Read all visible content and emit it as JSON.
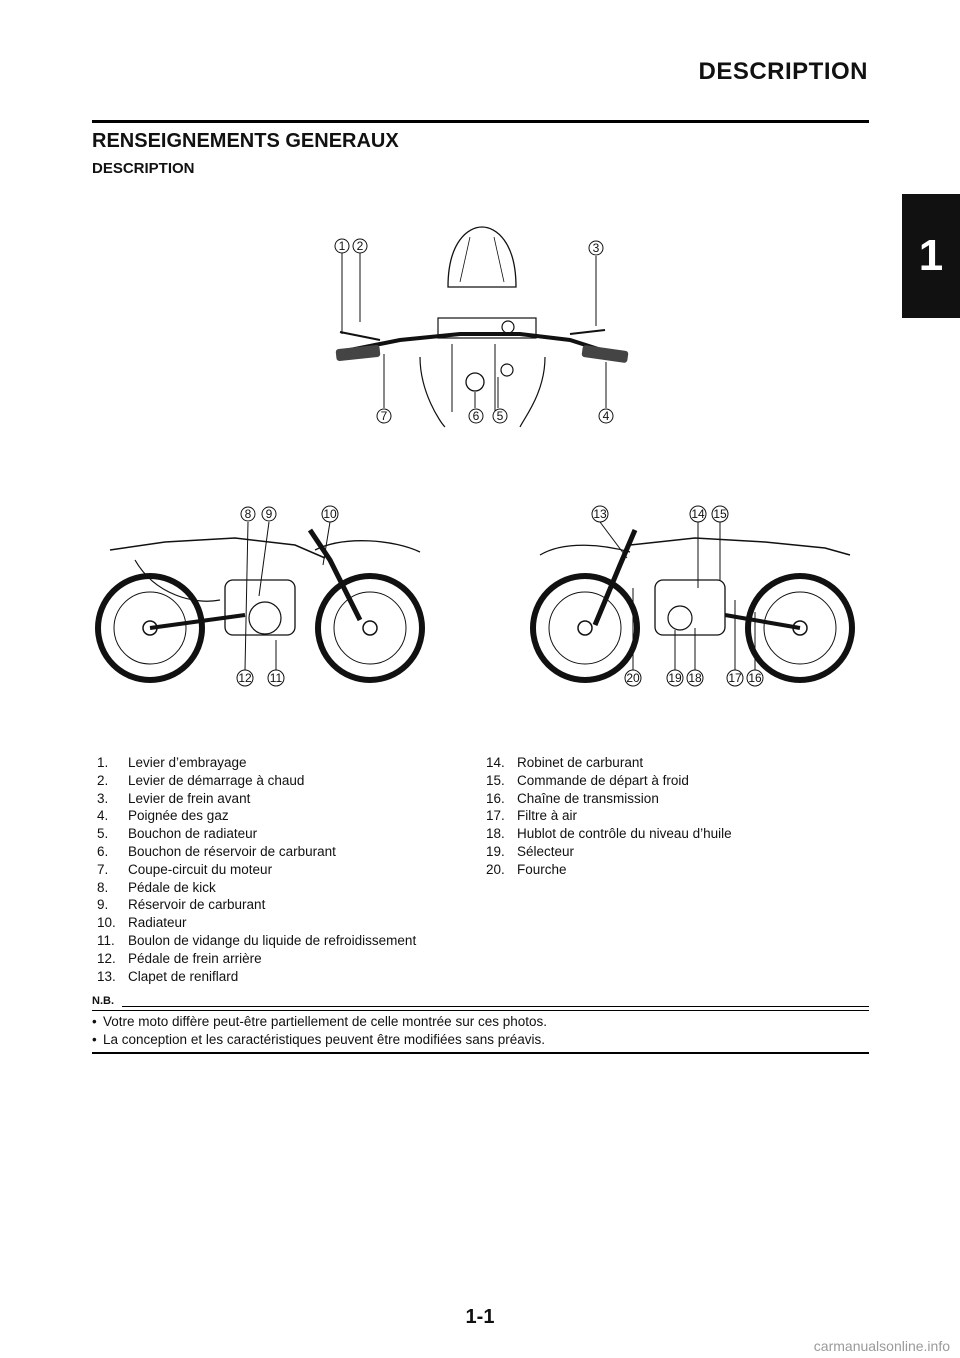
{
  "header": {
    "title": "DESCRIPTION"
  },
  "section": {
    "title": "RENSEIGNEMENTS GENERAUX",
    "subtitle": "DESCRIPTION"
  },
  "chapter_tab": "1",
  "figure": {
    "top_callouts": [
      "1",
      "2",
      "3",
      "4",
      "5",
      "6",
      "7"
    ],
    "left_callouts": [
      "8",
      "9",
      "10",
      "11",
      "12"
    ],
    "right_callouts": [
      "13",
      "14",
      "15",
      "16",
      "17",
      "18",
      "19",
      "20"
    ]
  },
  "legend_left": [
    {
      "num": "1.",
      "label": "Levier d’embrayage"
    },
    {
      "num": "2.",
      "label": "Levier de démarrage à chaud"
    },
    {
      "num": "3.",
      "label": "Levier de frein avant"
    },
    {
      "num": "4.",
      "label": "Poignée des gaz"
    },
    {
      "num": "5.",
      "label": "Bouchon de radiateur"
    },
    {
      "num": "6.",
      "label": "Bouchon de réservoir de carburant"
    },
    {
      "num": "7.",
      "label": "Coupe-circuit du moteur"
    },
    {
      "num": "8.",
      "label": "Pédale de kick"
    },
    {
      "num": "9.",
      "label": "Réservoir de carburant"
    },
    {
      "num": "10.",
      "label": "Radiateur"
    },
    {
      "num": "11.",
      "label": "Boulon de vidange du liquide de refroidissement"
    },
    {
      "num": "12.",
      "label": "Pédale de frein arrière"
    },
    {
      "num": "13.",
      "label": "Clapet de reniflard"
    }
  ],
  "legend_right": [
    {
      "num": "14.",
      "label": "Robinet de carburant"
    },
    {
      "num": "15.",
      "label": "Commande de départ à froid"
    },
    {
      "num": "16.",
      "label": "Chaîne de transmission"
    },
    {
      "num": "17.",
      "label": "Filtre à air"
    },
    {
      "num": "18.",
      "label": "Hublot de contrôle du niveau d’huile"
    },
    {
      "num": "19.",
      "label": "Sélecteur"
    },
    {
      "num": "20.",
      "label": "Fourche"
    }
  ],
  "note": {
    "label": "N.B.",
    "items": [
      "Votre moto diffère peut-être partiellement de celle montrée sur ces photos.",
      "La conception et les caractéristiques peuvent être modifiées sans préavis."
    ]
  },
  "page_number": "1-1",
  "watermark": "carmanualsonline.info"
}
